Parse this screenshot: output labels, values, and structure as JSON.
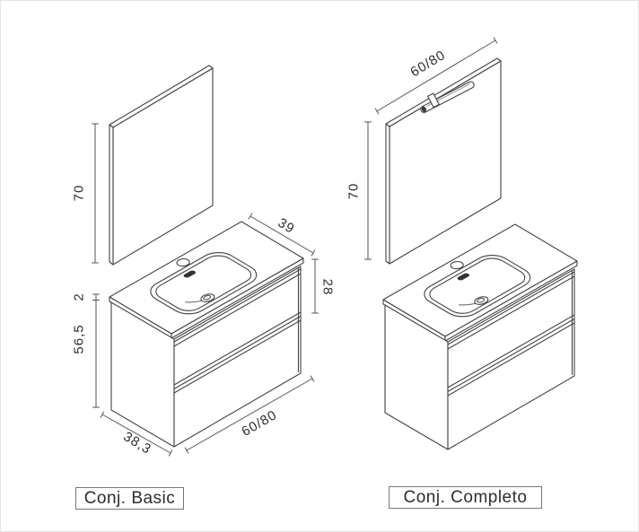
{
  "page": {
    "background": "#ffffff",
    "border_color": "#e4e4e4",
    "line_color": "#424242",
    "dimension_line_color": "#555555",
    "text_color": "#2e2e2e",
    "dark_detail_color": "#333333"
  },
  "left_set": {
    "caption": "Conj. Basic",
    "dimensions": {
      "mirror_height": "70",
      "top_depth": "39",
      "countertop_thickness": "2",
      "cabinet_height": "56,5",
      "front_height": "28",
      "cabinet_depth": "38,3",
      "cabinet_width": "60/80"
    }
  },
  "right_set": {
    "caption": "Conj. Completo",
    "dimensions": {
      "mirror_width": "60/80",
      "mirror_height": "70"
    }
  }
}
